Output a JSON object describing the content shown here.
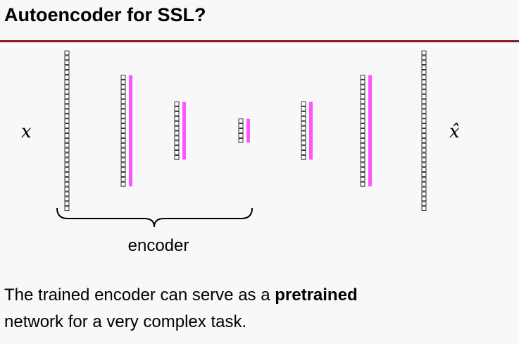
{
  "title": "Autoencoder for SSL?",
  "diagram": {
    "input_label": "x",
    "output_label": "x̂",
    "brace_label": "encoder",
    "accent_color": "#ff55ff",
    "rule_color": "#8b1a1a",
    "layers": [
      {
        "name": "input",
        "units": 33,
        "activation": false
      },
      {
        "name": "hidden-1",
        "units": 23,
        "activation": true
      },
      {
        "name": "hidden-2",
        "units": 12,
        "activation": true
      },
      {
        "name": "bottleneck",
        "units": 5,
        "activation": true
      },
      {
        "name": "hidden-3",
        "units": 12,
        "activation": true
      },
      {
        "name": "hidden-4",
        "units": 23,
        "activation": true
      },
      {
        "name": "output",
        "units": 33,
        "activation": false
      }
    ]
  },
  "caption": {
    "before": "The trained encoder can serve as a ",
    "bold": "pretrained",
    "after": " network for a very complex task."
  }
}
